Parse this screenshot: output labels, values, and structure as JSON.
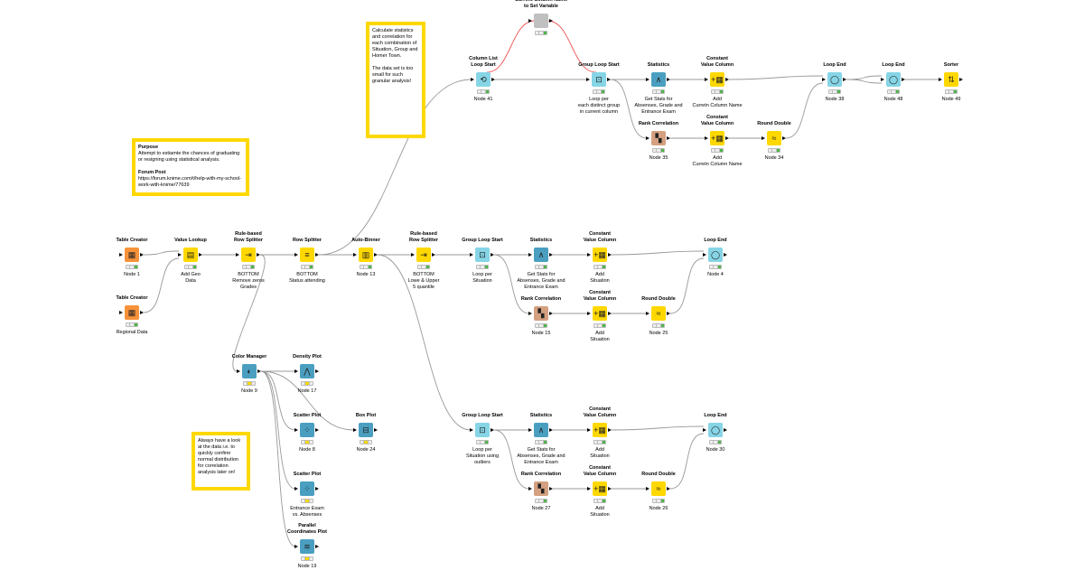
{
  "annotations": {
    "stats_note": "Calculate statistics and correlation for each combination of Situation, Group and Homer Town.\n\nThe data set is too small for such granular analysis!",
    "purpose_title": "Purpose",
    "purpose_text": "Attempt to estiamte the chances of graduating or resigning using statistical analysis.",
    "forum_title": "Forum Post",
    "forum_link": "https://forum.knime.com/t/help-with-my-school-work-with-knime/77639",
    "look_note": "Always have a look at the data i.e. to quickly confimr normal distribution for correlation analysis later on!"
  },
  "colors": {
    "source": "#f7923a",
    "manipulator": "#ffd800",
    "loop": "#86d5e6",
    "stats": "#4a9fc0",
    "rank": "#d4a080",
    "variable": "#c0c0c0",
    "annotation": "#ffd800",
    "flow_variable_wire": "#f05050"
  },
  "nodes": [
    {
      "title": "Current Column Name\nto Set Variable",
      "label": "",
      "kind": "variable",
      "icon": "variable-icon",
      "status": "executed"
    },
    {
      "title": "Column List\nLoop Start",
      "label": "Node 41",
      "kind": "loop",
      "icon": "column-loop-icon",
      "status": "executed"
    },
    {
      "title": "Group Loop Start",
      "label": "Loop per\neach distinct group\nin current column",
      "kind": "loop",
      "icon": "group-loop-icon",
      "status": "executed"
    },
    {
      "title": "Statistics",
      "label": "Get Stats for\nAbsenses, Grade and\nEntrance Exam",
      "kind": "stats",
      "icon": "statistics-icon",
      "status": "executed"
    },
    {
      "title": "Constant\nValue Column",
      "label": "Add\nCurretn Column Name",
      "kind": "manipulator",
      "icon": "constant-column-icon",
      "status": "executed"
    },
    {
      "title": "Loop End",
      "label": "Node 38",
      "kind": "loop",
      "icon": "loop-end-icon",
      "status": "executed"
    },
    {
      "title": "Loop End",
      "label": "Node 48",
      "kind": "loop",
      "icon": "loop-end-icon",
      "status": "executed"
    },
    {
      "title": "Sorter",
      "label": "Node 49",
      "kind": "manipulator",
      "icon": "sorter-icon",
      "status": "executed"
    },
    {
      "title": "Rank Correlation",
      "label": "Node 35",
      "kind": "rank",
      "icon": "rank-correlation-icon",
      "status": "executed"
    },
    {
      "title": "Constant\nValue Column",
      "label": "Add\nCurretn Column Name",
      "kind": "manipulator",
      "icon": "constant-column-icon",
      "status": "executed"
    },
    {
      "title": "Round Double",
      "label": "Node 34",
      "kind": "manipulator",
      "icon": "round-double-icon",
      "status": "executed"
    },
    {
      "title": "Table Creator",
      "label": "Node 1",
      "kind": "source",
      "icon": "table-creator-icon",
      "status": "executed"
    },
    {
      "title": "Value Lookup",
      "label": "Add Geo\nData",
      "kind": "manipulator",
      "icon": "value-lookup-icon",
      "status": "executed"
    },
    {
      "title": "Rule-based\nRow Splitter",
      "label": "BOTTOM\nRemove zeros\nGrades",
      "kind": "manipulator",
      "icon": "rule-splitter-icon",
      "status": "executed"
    },
    {
      "title": "Row Splitter",
      "label": "BOTTOM\nStatus attending",
      "kind": "manipulator",
      "icon": "row-splitter-icon",
      "status": "executed"
    },
    {
      "title": "Auto-Binner",
      "label": "Node 13",
      "kind": "manipulator",
      "icon": "auto-binner-icon",
      "status": "executed"
    },
    {
      "title": "Rule-based\nRow Splitter",
      "label": "BOTTOM\nLowe & Upper\n5 quantile",
      "kind": "manipulator",
      "icon": "rule-splitter-icon",
      "status": "executed"
    },
    {
      "title": "Group Loop Start",
      "label": "Loop per\nSituation",
      "kind": "loop",
      "icon": "group-loop-icon",
      "status": "executed"
    },
    {
      "title": "Statistics",
      "label": "Get Stats for\nAbsenses, Grade and\nEntrance Exam",
      "kind": "stats",
      "icon": "statistics-icon",
      "status": "executed"
    },
    {
      "title": "Constant\nValue Column",
      "label": "Add\nSituation",
      "kind": "manipulator",
      "icon": "constant-column-icon",
      "status": "executed"
    },
    {
      "title": "Loop End",
      "label": "Node 4",
      "kind": "loop",
      "icon": "loop-end-icon",
      "status": "executed"
    },
    {
      "title": "Rank Correlation",
      "label": "Node 15",
      "kind": "rank",
      "icon": "rank-correlation-icon",
      "status": "executed"
    },
    {
      "title": "Constant\nValue Column",
      "label": "Add\nSituation",
      "kind": "manipulator",
      "icon": "constant-column-icon",
      "status": "executed"
    },
    {
      "title": "Round Double",
      "label": "Node 25",
      "kind": "manipulator",
      "icon": "round-double-icon",
      "status": "executed"
    },
    {
      "title": "Table Creator",
      "label": "Regional Data",
      "kind": "source",
      "icon": "table-creator-icon",
      "status": "executed"
    },
    {
      "title": "Color Manager",
      "label": "Node 9",
      "kind": "stats",
      "icon": "color-manager-icon",
      "status": "configured"
    },
    {
      "title": "Density Plot",
      "label": "Node 17",
      "kind": "stats",
      "icon": "density-plot-icon",
      "status": "configured"
    },
    {
      "title": "Scatter Plot",
      "label": "Node 8",
      "kind": "stats",
      "icon": "scatter-plot-icon",
      "status": "configured"
    },
    {
      "title": "Box Plot",
      "label": "Node 24",
      "kind": "stats",
      "icon": "box-plot-icon",
      "status": "configured"
    },
    {
      "title": "Scatter Plot",
      "label": "Entrance Exam\nvs. Absenses",
      "kind": "stats",
      "icon": "scatter-plot-icon",
      "status": "configured"
    },
    {
      "title": "Parallel\nCoordinates Plot",
      "label": "Node 19",
      "kind": "stats",
      "icon": "parallel-coordinates-icon",
      "status": "configured"
    },
    {
      "title": "Group Loop Start",
      "label": "Loop per\nSituation using\noutliers",
      "kind": "loop",
      "icon": "group-loop-icon",
      "status": "executed"
    },
    {
      "title": "Statistics",
      "label": "Get Stats for\nAbsenses, Grade and\nEntrance Exam",
      "kind": "stats",
      "icon": "statistics-icon",
      "status": "executed"
    },
    {
      "title": "Constant\nValue Column",
      "label": "Add\nSituation",
      "kind": "manipulator",
      "icon": "constant-column-icon",
      "status": "executed"
    },
    {
      "title": "Loop End",
      "label": "Node 30",
      "kind": "loop",
      "icon": "loop-end-icon",
      "status": "executed"
    },
    {
      "title": "Rank Correlation",
      "label": "Node 27",
      "kind": "rank",
      "icon": "rank-correlation-icon",
      "status": "executed"
    },
    {
      "title": "Constant\nValue Column",
      "label": "Add\nSituation",
      "kind": "manipulator",
      "icon": "constant-column-icon",
      "status": "executed"
    },
    {
      "title": "Round Double",
      "label": "Node 26",
      "kind": "manipulator",
      "icon": "round-double-icon",
      "status": "executed"
    }
  ]
}
